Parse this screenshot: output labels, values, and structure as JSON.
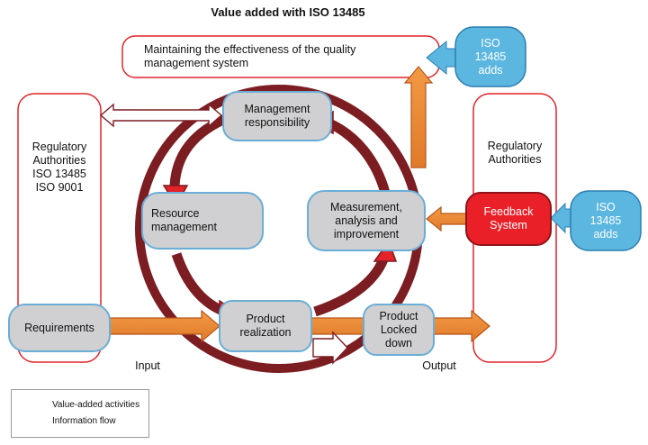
{
  "title": "Value added with ISO 13485",
  "top_box": "Maintaining the effectiveness of the quality\nmanagement system",
  "iso_badge_top": "ISO\n13485\nadds",
  "iso_badge_right": "ISO\n13485\nadds",
  "left_column": "Regulatory\nAuthorities\nISO 13485\nISO 9001",
  "right_column": "Regulatory\nAuthorities",
  "processes": {
    "management": "Management\nresponsibility",
    "resource": "Resource\nmanagement",
    "measurement": "Measurement,\nanalysis and\nimprovement",
    "product_realization": "Product\nrealization",
    "product_locked": "Product\nLocked\ndown",
    "feedback": "Feedback\nSystem",
    "requirements": "Requirements"
  },
  "input_label": "Input",
  "output_label": "Output",
  "legend": {
    "value_added": "Value-added activities",
    "information": "Information flow"
  },
  "colors": {
    "red_outline": "#e3222a",
    "ring": "#7c1d22",
    "process_fill": "#d0d0d2",
    "process_border": "#6aaed6",
    "orange": "#e8832f",
    "orange_dark": "#b8561b",
    "badge_blue": "#5bb6e0",
    "feedback_red": "#ea2029"
  }
}
